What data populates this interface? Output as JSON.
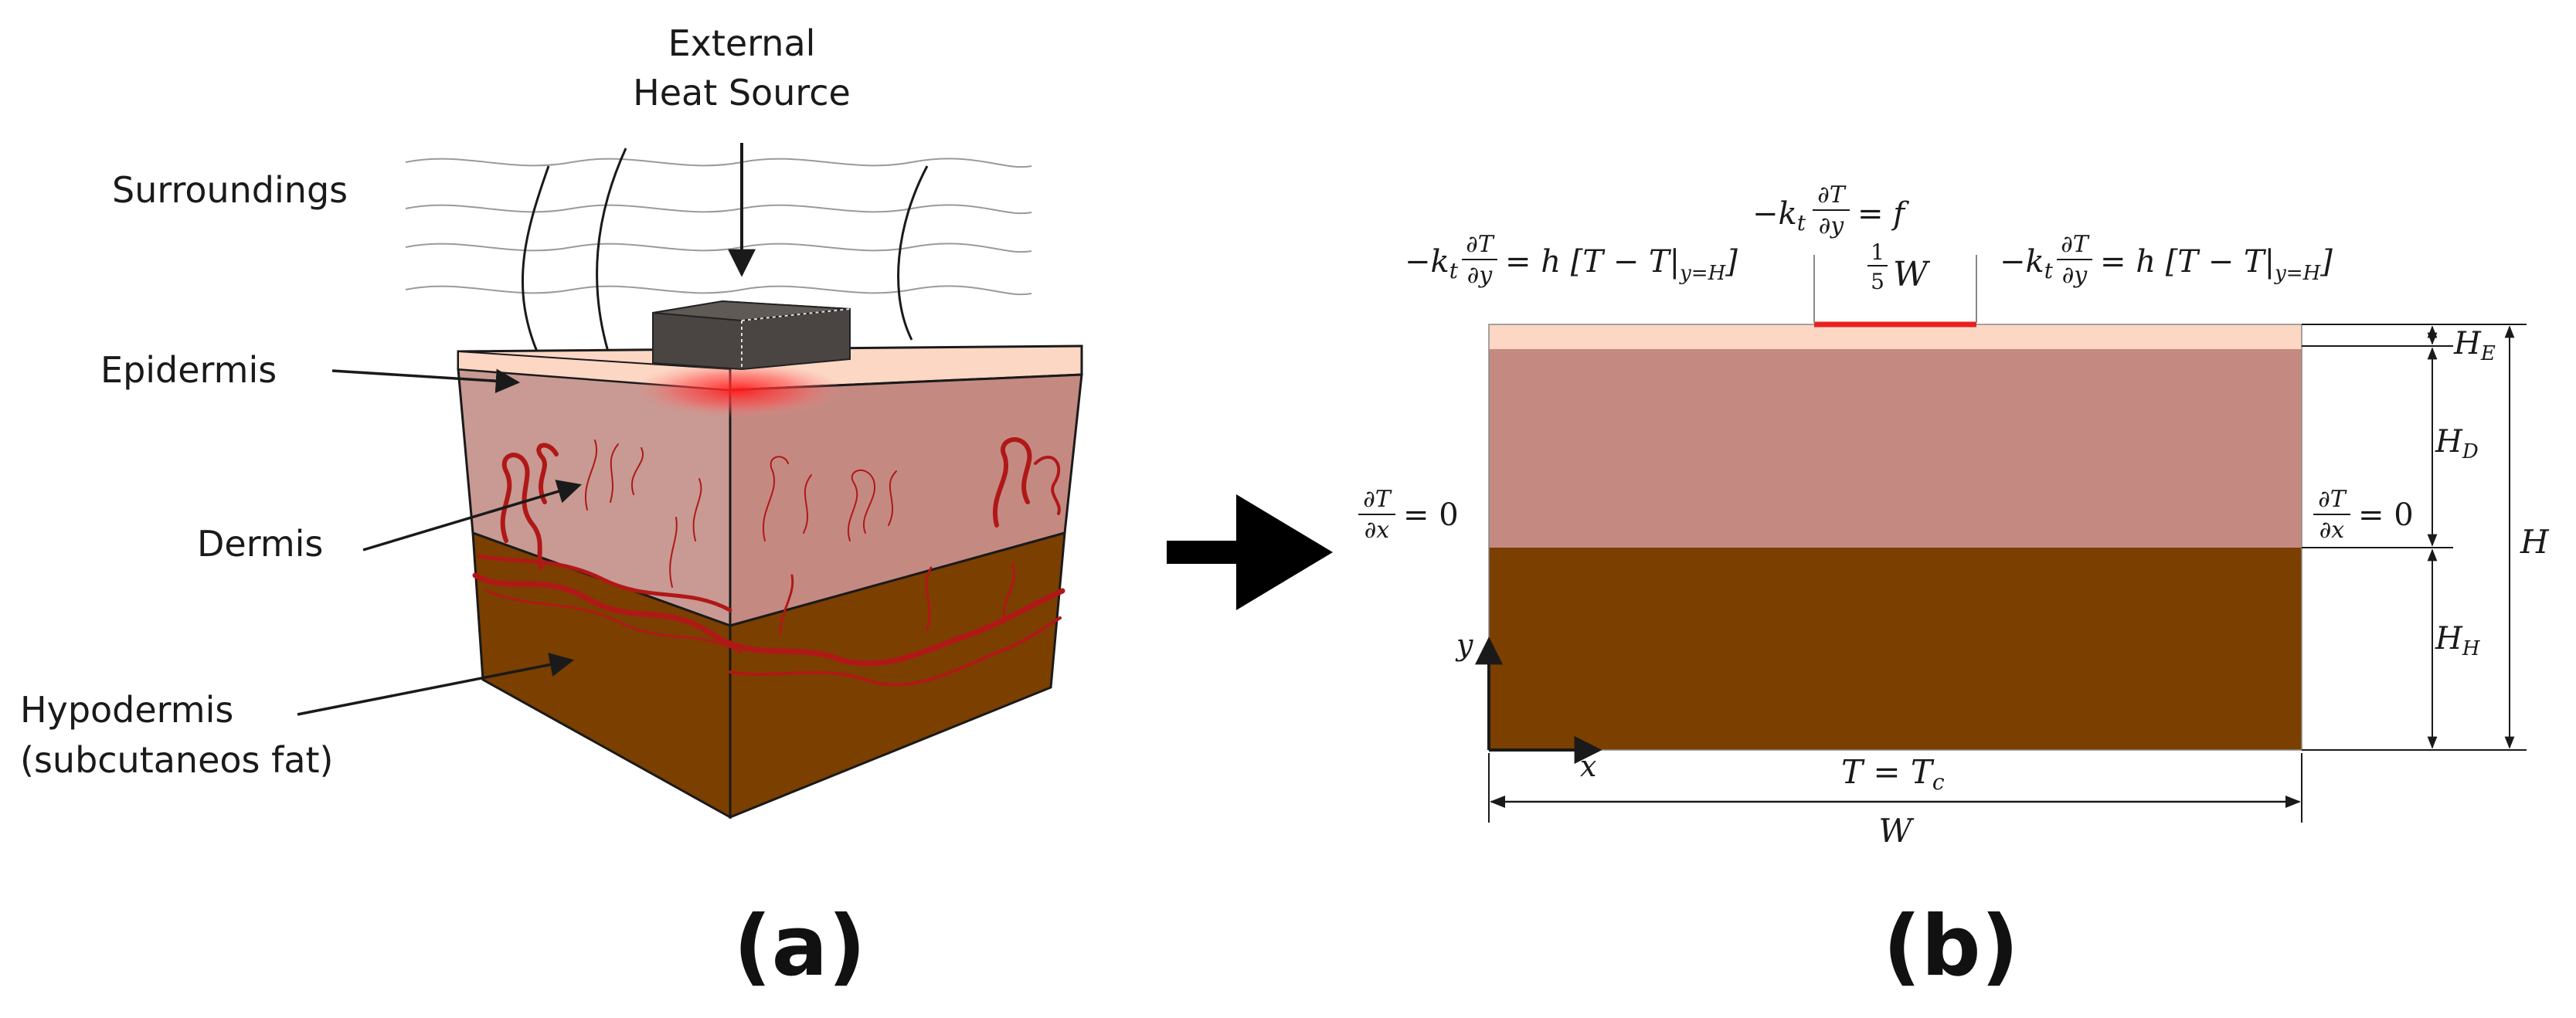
{
  "panel_a": {
    "label": "(a)",
    "external_heat_source": [
      "External",
      "Heat Source"
    ],
    "surroundings": "Surroundings",
    "epidermis": "Epidermis",
    "dermis": "Dermis",
    "hypodermis": [
      "Hypodermis",
      "(subcutaneos fat)"
    ]
  },
  "panel_b": {
    "label": "(b)",
    "flux_source": {
      "prefix": "−k",
      "sub": "t",
      "frac_num": "∂T",
      "frac_den": "∂y",
      "rhs": "= f"
    },
    "source_width": {
      "num": "1",
      "den": "5",
      "var": "W"
    },
    "convection_left": {
      "prefix": "−k",
      "sub": "t",
      "frac_num": "∂T",
      "frac_den": "∂y",
      "rhs": "= h [T − T|",
      "rhs_sub": "y=H",
      "close": "]"
    },
    "convection_right": {
      "prefix": "−k",
      "sub": "t",
      "frac_num": "∂T",
      "frac_den": "∂y",
      "rhs": "= h [T − T|",
      "rhs_sub": "y=H",
      "close": "]"
    },
    "adiabatic_left": {
      "frac_num": "∂T",
      "frac_den": "∂x",
      "rhs": "= 0"
    },
    "adiabatic_right": {
      "frac_num": "∂T",
      "frac_den": "∂x",
      "rhs": "= 0"
    },
    "bottom_bc": {
      "lhs": "T = T",
      "sub": "c"
    },
    "axis_x": "x",
    "axis_y": "y",
    "dim_width": "W",
    "dim_total_height": "H",
    "dim_epidermis": {
      "base": "H",
      "sub": "E"
    },
    "dim_dermis": {
      "base": "H",
      "sub": "D"
    },
    "dim_hypodermis": {
      "base": "H",
      "sub": "H"
    }
  },
  "colors": {
    "epidermis": "#fbd7c4",
    "dermis": "#c48a82",
    "hypodermis": "#7b3f00",
    "heat_spot": "#e8201e",
    "heater": "#4a4542",
    "blood_vessel": "#b01818"
  }
}
